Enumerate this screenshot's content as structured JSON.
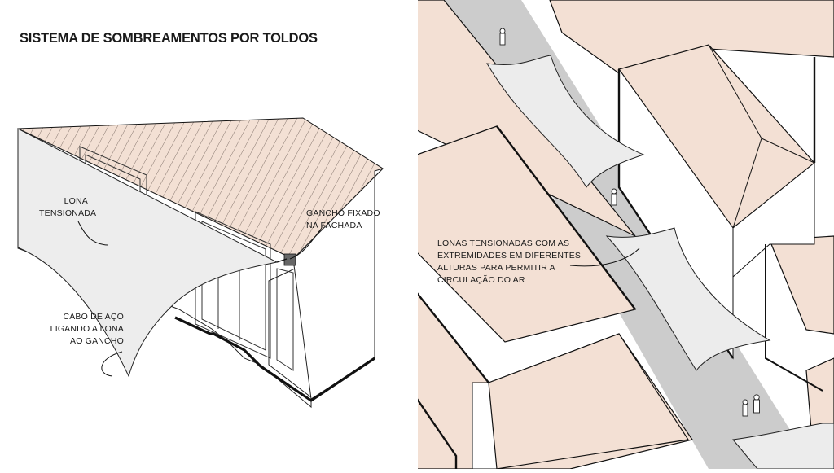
{
  "title": "SISTEMA DE SOMBREAMENTOS POR TOLDOS",
  "labels": {
    "lona": [
      "LONA",
      "TENSIONADA"
    ],
    "gancho": [
      "GANCHO FIXADO",
      "NA FACHADA"
    ],
    "cabo": [
      "CABO DE AÇO",
      "LIGANDO A LONA",
      "AO GANCHO"
    ],
    "lonas_tensionadas": [
      "LONAS TENSIONADAS COM AS",
      "EXTREMIDADES  EM DIFERENTES",
      "ALTURAS PARA PERMITIR A",
      "CIRCULAÇÃO DO AR"
    ]
  },
  "colors": {
    "roof": "#f3e0d4",
    "canvas": "#ededed",
    "street": "#cccccc",
    "line": "#111111"
  }
}
